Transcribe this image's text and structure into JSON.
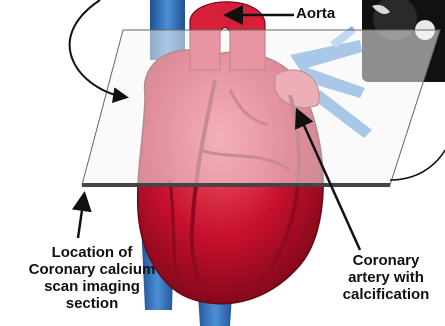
{
  "labels": {
    "aorta": "Aorta",
    "location_line1": "Location of",
    "location_line2": "Coronary calcium",
    "location_line3": "scan imaging",
    "location_line4": "section",
    "coronary_line1": "Coronary",
    "coronary_line2": "artery with",
    "coronary_line3": "calcification"
  },
  "colors": {
    "heart_red": "#c8102e",
    "heart_dark": "#8e0a1e",
    "vein_blue": "#2f6fb5",
    "plane_fill": "#f2f2f2",
    "plane_edge": "#444444",
    "scan_bg": "#111111"
  },
  "icons": {
    "arrow": "arrow-icon",
    "scan": "ct-scan-thumbnail"
  }
}
